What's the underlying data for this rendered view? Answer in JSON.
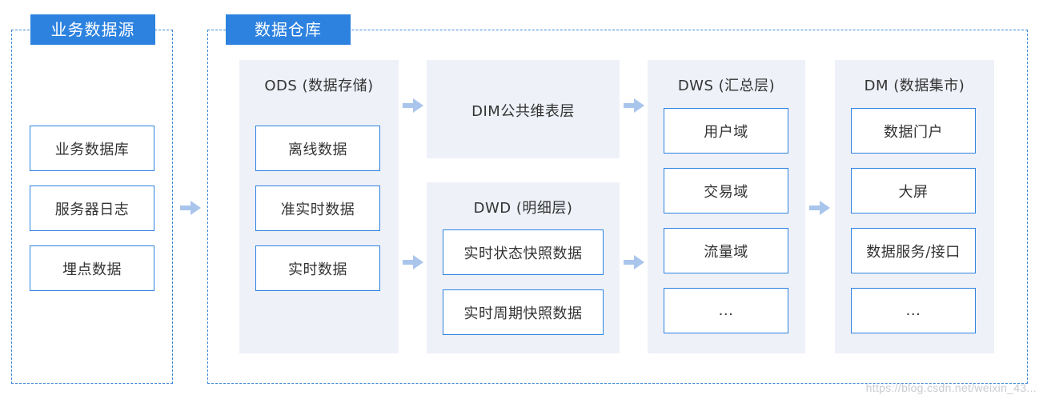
{
  "source": {
    "title": "业务数据源",
    "items": [
      "业务数据库",
      "服务器日志",
      "埋点数据"
    ]
  },
  "warehouse": {
    "title": "数据仓库",
    "ods": {
      "title": "ODS (数据存储)",
      "items": [
        "离线数据",
        "准实时数据",
        "实时数据"
      ]
    },
    "dim": {
      "title": "DIM公共维表层"
    },
    "dwd": {
      "title": "DWD (明细层)",
      "items": [
        "实时状态快照数据",
        "实时周期快照数据"
      ]
    },
    "dws": {
      "title": "DWS (汇总层)",
      "items": [
        "用户域",
        "交易域",
        "流量域",
        "..."
      ]
    },
    "dm": {
      "title": "DM (数据集市)",
      "items": [
        "数据门户",
        "大屏",
        "数据服务/接口",
        "..."
      ]
    }
  },
  "watermark": "https://blog.csdn.net/weixin_43...",
  "colors": {
    "accent": "#2d82e0",
    "panel": "#eef1f8",
    "arrow": "#a9c5ec"
  }
}
